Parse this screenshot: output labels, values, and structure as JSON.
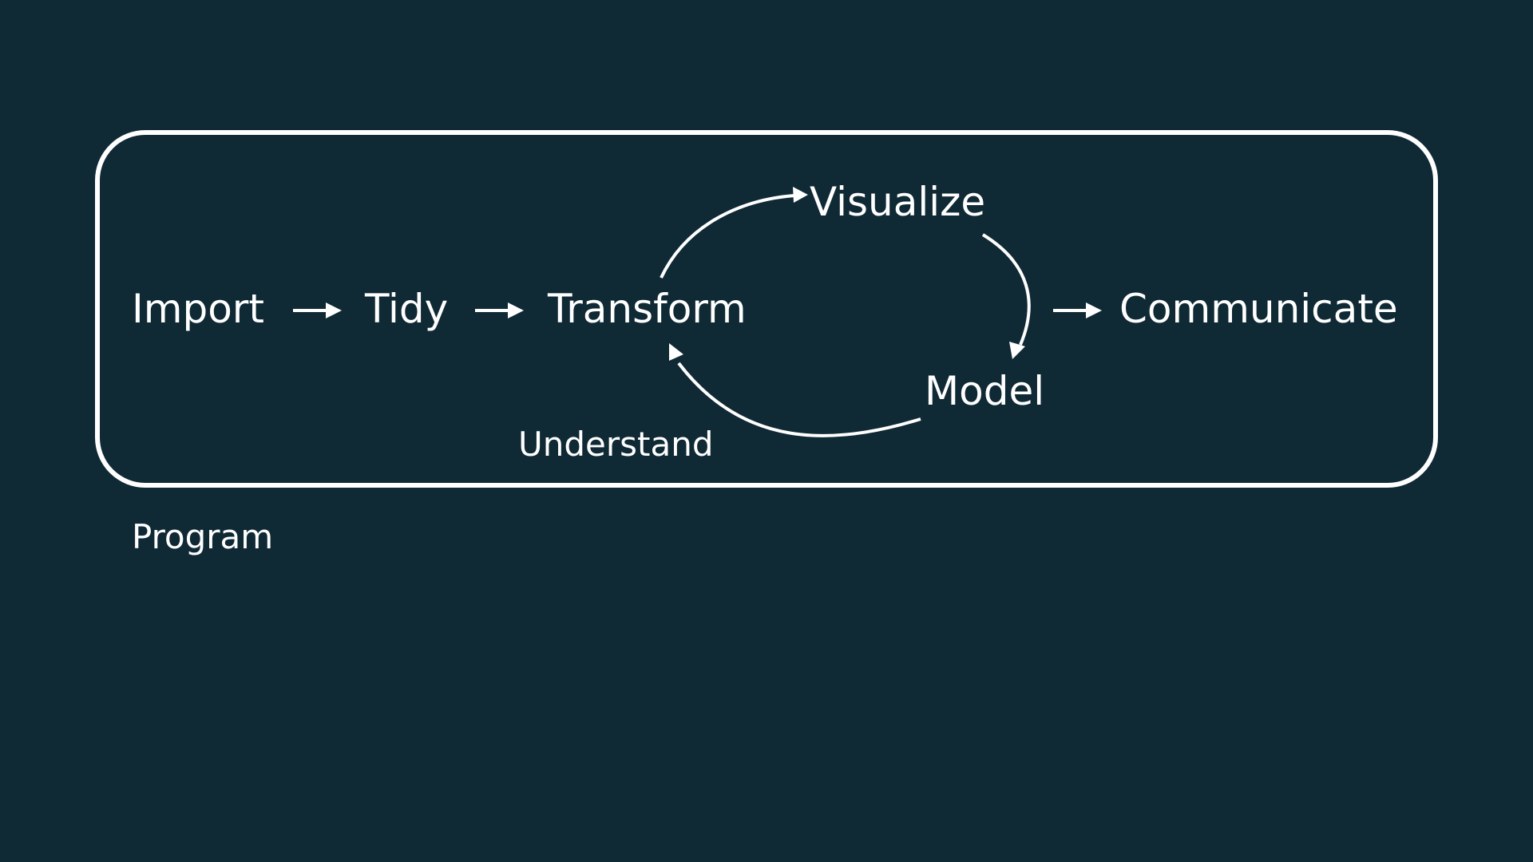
{
  "diagram": {
    "nodes": {
      "import": "Import",
      "tidy": "Tidy",
      "transform": "Transform",
      "visualize": "Visualize",
      "model": "Model",
      "communicate": "Communicate"
    },
    "cycle_label": "Understand",
    "frame_label": "Program"
  },
  "colors": {
    "background": "#0f2935",
    "foreground": "#ffffff"
  }
}
